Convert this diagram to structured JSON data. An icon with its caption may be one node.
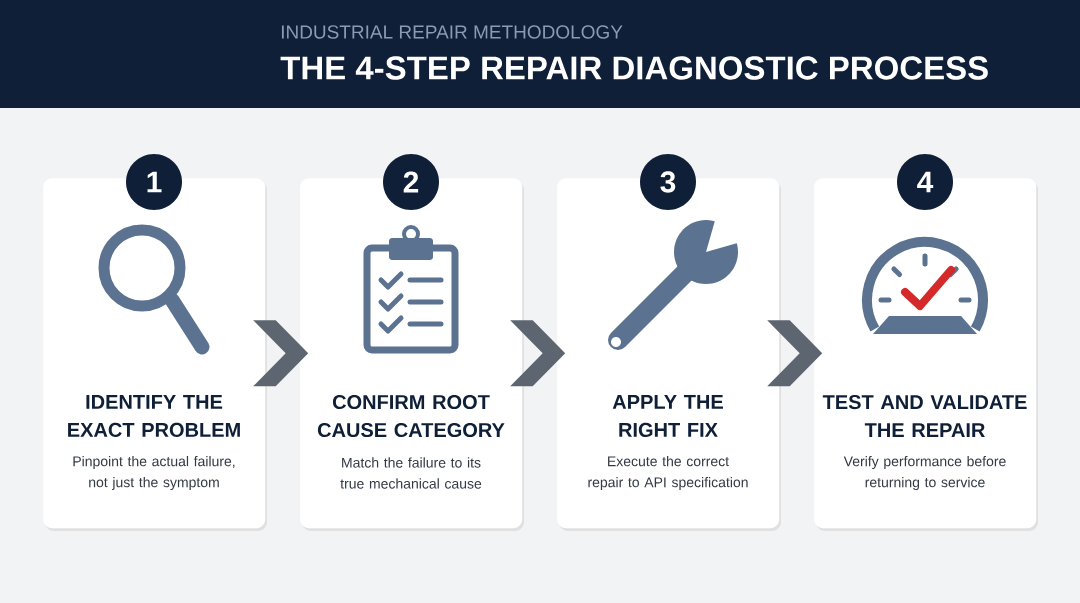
{
  "diagram": {
    "title": "THE 4-STEP REPAIR DIAGNOSTIC PROCESS",
    "nodes": [
      {
        "text": [
          "1"
        ]
      },
      {
        "text": [
          "IDENTIFY THE EXACT PROBLEM",
          "Pinpoint the actual failure, not just the symptom"
        ]
      },
      {
        "text": [
          "2"
        ]
      },
      {
        "text": [
          "CONFIRM ROOT CAUSE CATEGORY",
          "Match the failure to its true mechanical cause"
        ]
      },
      {
        "text": [
          "3"
        ]
      },
      {
        "text": [
          "APPLY THE RIGHT FIX",
          "Execute the correct repair to API specification"
        ]
      },
      {
        "text": [
          "4"
        ]
      },
      {
        "text": [
          "TEST AND VALIDATE THE REPAIR",
          "Verify performance before returning to service"
        ]
      }
    ],
    "edges": [
      {
        "from": 1,
        "to": 3,
        "arrow": "to"
      },
      {
        "from": 3,
        "to": 5,
        "arrow": "to"
      },
      {
        "from": 5,
        "to": 7,
        "arrow": "to"
      }
    ],
    "labels": [
      "INDUSTRIAL REPAIR METHODOLOGY"
    ]
  }
}
